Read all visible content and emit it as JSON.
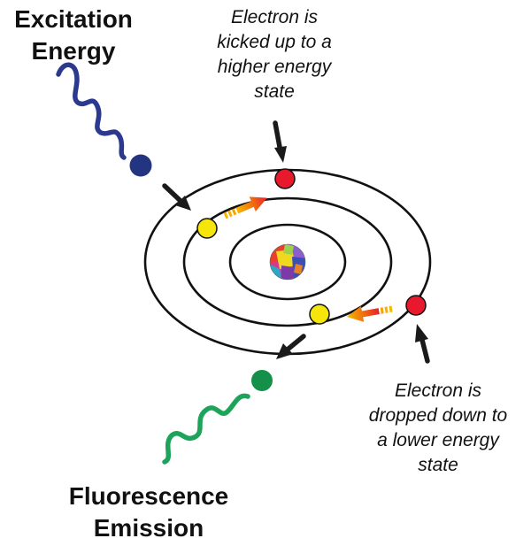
{
  "labels": {
    "excitation": [
      "Excitation",
      "Energy"
    ],
    "emission": [
      "Fluorescence",
      "Emission"
    ],
    "kicked_up": [
      "Electron is",
      "kicked up to a",
      "higher energy",
      "state"
    ],
    "dropped_down": [
      "Electron is",
      "dropped down to",
      "a lower energy",
      "state"
    ]
  },
  "colors": {
    "excitation_wave": "#2b3a8f",
    "emission_wave": "#1ea35a",
    "excited_electron": "#e8192c",
    "ground_electron": "#f5e50a",
    "excitation_photon": "#233580",
    "emission_photon": "#14904a",
    "arrow": "#1a1a1a",
    "orbit": "#111111"
  }
}
